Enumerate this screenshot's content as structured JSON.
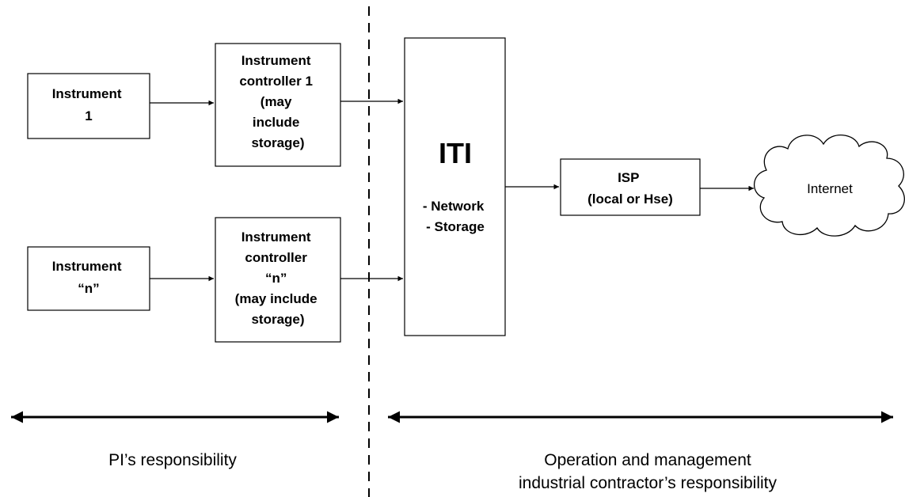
{
  "instrument_1": {
    "lines": [
      "Instrument",
      "1"
    ]
  },
  "instrument_n": {
    "lines": [
      "Instrument",
      "“n”"
    ]
  },
  "controller_1": {
    "lines": [
      "Instrument",
      "controller 1",
      "(may",
      "include",
      "storage)"
    ]
  },
  "controller_n": {
    "lines": [
      "Instrument",
      "controller",
      "“n”",
      "(may include",
      "storage)"
    ]
  },
  "iti": {
    "title": "ITI",
    "items": [
      "- Network",
      "- Storage"
    ]
  },
  "isp": {
    "lines": [
      "ISP",
      "(local or Hse)"
    ]
  },
  "internet": {
    "label": "Internet"
  },
  "responsibility": {
    "left": "PI’s responsibility",
    "right_line1": "Operation and management",
    "right_line2": "industrial contractor’s responsibility"
  }
}
